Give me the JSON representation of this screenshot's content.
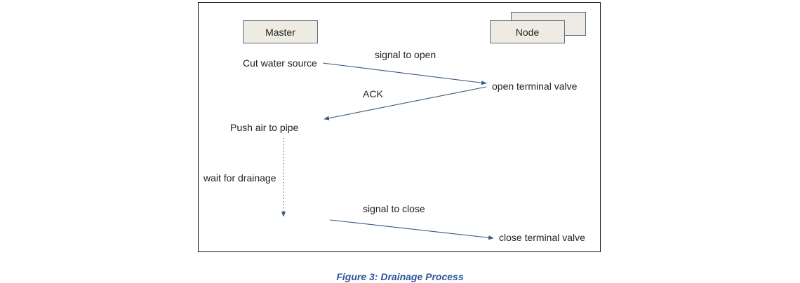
{
  "diagram": {
    "master_label": "Master",
    "node_label": "Node",
    "steps": {
      "cut_water_source": "Cut water source",
      "open_terminal_valve": "open terminal valve",
      "push_air_to_pipe": "Push air to pipe",
      "close_terminal_valve": "close terminal valve"
    },
    "messages": {
      "signal_to_open": "signal to open",
      "ack": "ACK",
      "wait_for_drainage": "wait for drainage",
      "signal_to_close": "signal to close"
    }
  },
  "caption": "Figure 3: Drainage Process",
  "colors": {
    "box_fill": "#eeebe3",
    "box_border": "#5f6b7a",
    "arrow": "#3b5a80",
    "caption": "#2e5597"
  }
}
